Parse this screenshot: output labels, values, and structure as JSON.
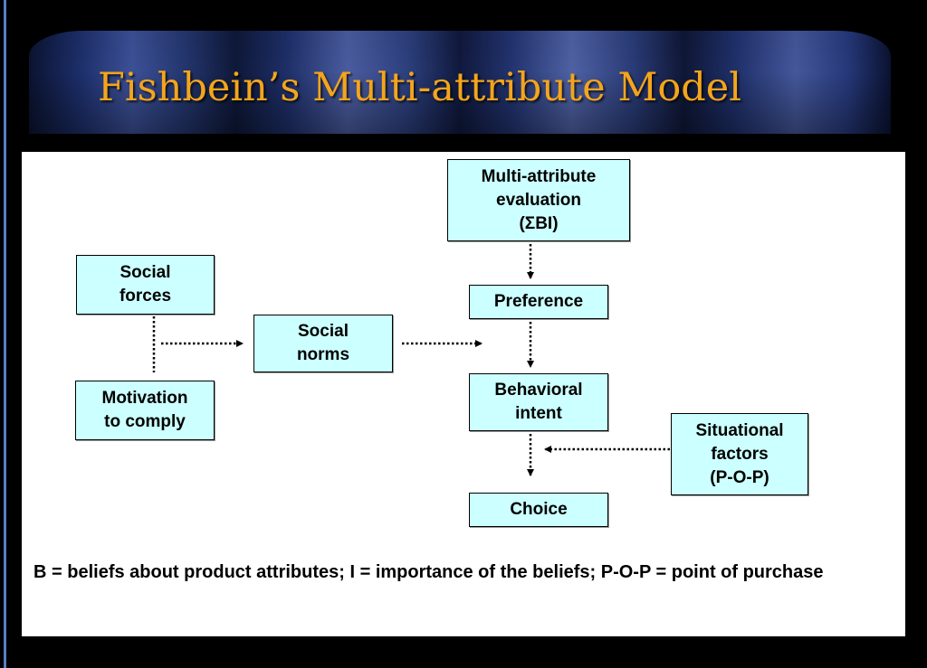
{
  "slide": {
    "title": "Fishbein’s Multi-attribute Model",
    "footnote": "B = beliefs about product attributes; I = importance of the beliefs; P-O-P = point of purchase"
  },
  "diagram": {
    "nodes": {
      "multi_attribute_evaluation": "Multi-attribute\nevaluation\n(ΣBI)",
      "social_forces": "Social\nforces",
      "preference": "Preference",
      "social_norms": "Social\nnorms",
      "motivation_to_comply": "Motivation\nto comply",
      "behavioral_intent": "Behavioral\nintent",
      "situational_factors": "Situational\nfactors\n(P-O-P)",
      "choice": "Choice"
    },
    "edges": [
      {
        "from": "multi_attribute_evaluation",
        "to": "preference",
        "style": "dotted-arrow"
      },
      {
        "from": "preference",
        "to": "behavioral_intent",
        "style": "dotted-arrow"
      },
      {
        "from": "behavioral_intent",
        "to": "choice",
        "style": "dotted-arrow"
      },
      {
        "from": "social_forces",
        "to": "motivation_to_comply",
        "style": "dotted-line"
      },
      {
        "from": "social_forces",
        "to": "social_norms",
        "style": "dotted-arrow"
      },
      {
        "from": "social_norms",
        "to": "behavioral_intent",
        "style": "dotted-arrow"
      },
      {
        "from": "situational_factors",
        "to": "behavioral_intent",
        "style": "dotted-arrow"
      }
    ],
    "colors": {
      "node_fill": "#ccffff",
      "title_color": "#f4a51c",
      "background": "#000000"
    }
  }
}
